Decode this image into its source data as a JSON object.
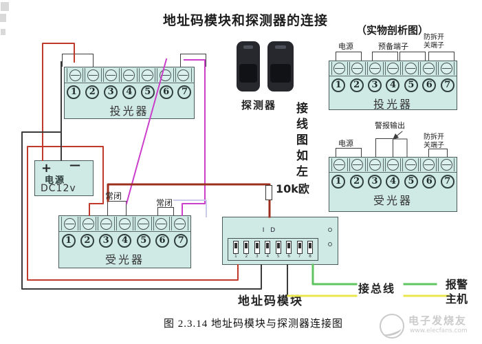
{
  "colors": {
    "wire-red": "#c0392b",
    "wire-black": "#3a3a3a",
    "wire-magenta": "#cb3ecb",
    "wire-maroon": "#9c2f1d",
    "wire-lavender": "#c9cbe8",
    "wire-green": "#5ec45e",
    "wire-yellow": "#e9e74b",
    "block-fill": "#cfe9e4",
    "block-border": "#4a5a5a"
  },
  "title": "地址码模块和探测器的连接",
  "right_panel_title": "（实物剖析图）",
  "caption": "图 2.3.14   地址码模块与探测器连接图",
  "left_diagram": {
    "projector_block": {
      "label": "投光器",
      "terminals": [
        "1",
        "2",
        "3",
        "4",
        "5",
        "6",
        "7"
      ]
    },
    "receiver_block": {
      "label": "受光器",
      "terminals": [
        "1",
        "2",
        "3",
        "4",
        "5",
        "6",
        "7"
      ]
    },
    "power_supply": {
      "plus": "+",
      "minus": "—",
      "name": "电源",
      "voltage": "DC12v"
    },
    "nc_left": "常闭",
    "nc_right": "常闭",
    "resistor": "10k欧"
  },
  "detectors": {
    "label": "探测器",
    "note": "接线图如左"
  },
  "right_diagram": {
    "projector": {
      "label": "投光器",
      "terminals": [
        "1",
        "2",
        "3",
        "4",
        "5",
        "6",
        "7"
      ],
      "power": "电源",
      "spare": "预备端子",
      "tamper_line1": "防拆开",
      "tamper_line2": "关端子"
    },
    "receiver": {
      "label": "受光器",
      "terminals": [
        "1",
        "2",
        "3",
        "4",
        "5",
        "6",
        "7"
      ],
      "power": "电源",
      "alarm": "警报输出",
      "tamper_line1": "防拆开",
      "tamper_line2": "关端子"
    }
  },
  "address_module": {
    "label": "地址码模块",
    "chip_text": "I D",
    "switches": [
      "1",
      "2",
      "3",
      "4",
      "5",
      "6",
      "7",
      "8"
    ]
  },
  "bus": {
    "bus_label": "接总线",
    "host_line1": "报警",
    "host_line2": "主机"
  },
  "watermark": {
    "brand": "电子发烧友",
    "url": "www.elecfans.com"
  }
}
